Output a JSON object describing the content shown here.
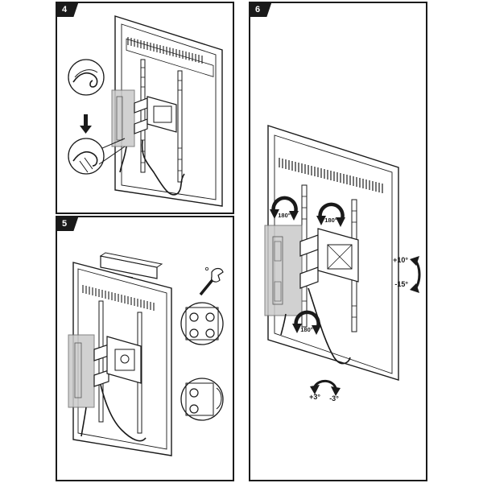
{
  "steps": [
    {
      "number": "4"
    },
    {
      "number": "5"
    },
    {
      "number": "6"
    }
  ],
  "rotation": {
    "left_swivel": "180°",
    "right_swivel": "180°",
    "bottom_swivel": "180°",
    "tilt_up": "+10°",
    "tilt_down": "-15°",
    "level_plus": "+3°",
    "level_minus": "-3°"
  }
}
